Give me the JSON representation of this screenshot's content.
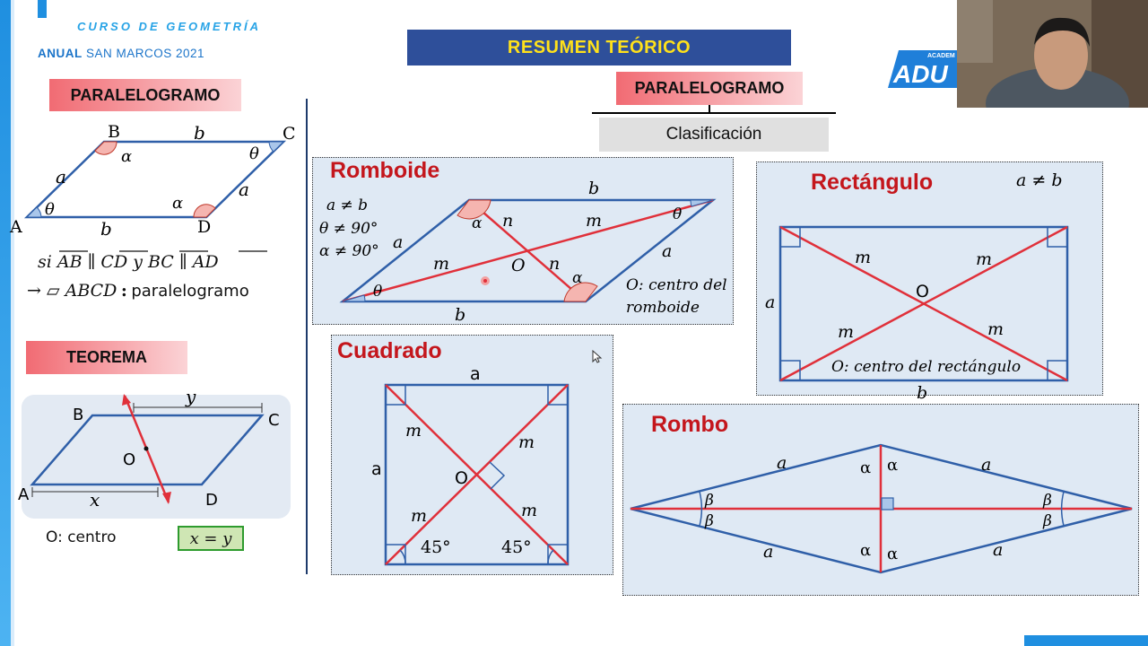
{
  "header": {
    "course": "CURSO DE GEOMETRÍA",
    "edition_bold": "ANUAL",
    "edition_rest": " SAN MARCOS 2021",
    "title": "RESUMEN TEÓRICO"
  },
  "logo": {
    "small": "ACADEM",
    "big": "ADU"
  },
  "left": {
    "tag1": "PARALELOGRAMO",
    "para": {
      "B": "B",
      "C": "C",
      "A": "A",
      "D": "D",
      "top": "b",
      "bottom": "b",
      "left": "a",
      "right": "a",
      "alpha": "α",
      "theta": "θ"
    },
    "condition_line1": "si AB ∥ CD y BC ∥ AD",
    "condition_arrow": "→ ▱ ABCD",
    "condition_colon": ":",
    "condition_word": "paralelogramo",
    "tag2": "TEOREMA",
    "teorema": {
      "B": "B",
      "C": "C",
      "A": "A",
      "D": "D",
      "O": "O",
      "x": "x",
      "y": "y"
    },
    "o_centro": "O:  centro",
    "result": "x = y"
  },
  "tree": {
    "tag": "PARALELOGRAMO",
    "clasificacion": "Clasificación"
  },
  "romboide": {
    "title": "Romboide",
    "cond1": "a ≠ b",
    "cond2": "θ ≠ 90°",
    "cond3": "α ≠ 90°",
    "b_top": "b",
    "b_bottom": "b",
    "a_left": "a",
    "a_right": "a",
    "m1": "m",
    "m2": "m",
    "n1": "n",
    "n2": "n",
    "O": "O",
    "alpha": "α",
    "theta": "θ",
    "center1": "O: centro del",
    "center2": "romboide"
  },
  "rectangulo": {
    "title": "Rectángulo",
    "cond": "a ≠ b",
    "a": "a",
    "b": "b",
    "m": "m",
    "O": "O",
    "center": "O: centro del rectángulo"
  },
  "cuadrado": {
    "title": "Cuadrado",
    "a_top": "a",
    "a_left": "a",
    "m": "m",
    "O": "O",
    "deg": "45°"
  },
  "rombo": {
    "title": "Rombo",
    "a": "a",
    "alpha": "α",
    "beta": "β"
  }
}
